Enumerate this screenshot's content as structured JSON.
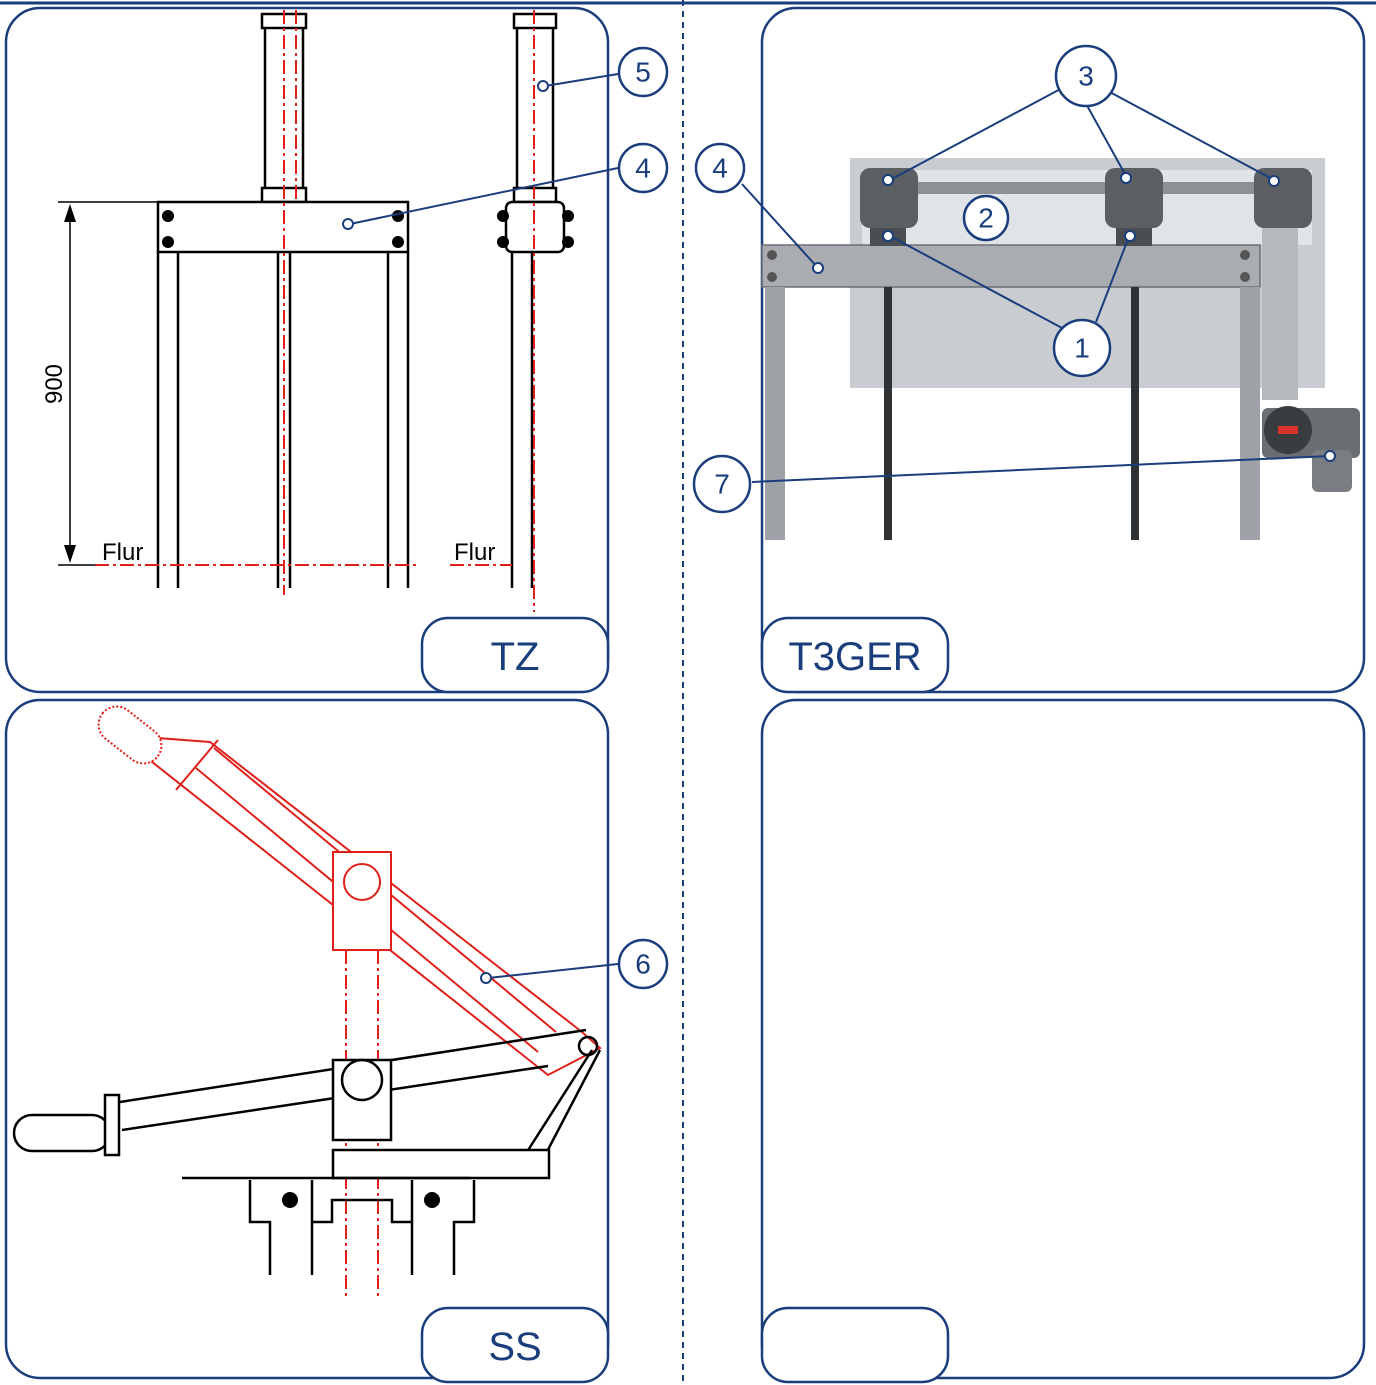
{
  "panels": {
    "top_left": {
      "tag": "TZ",
      "dimension": "900",
      "floor_left": "Flur",
      "floor_right": "Flur"
    },
    "top_right": {
      "tag": "T3GER"
    },
    "bottom_left": {
      "tag": "SS"
    },
    "bottom_right": {
      "tag": ""
    }
  },
  "callouts": {
    "c1": "1",
    "c2": "2",
    "c3": "3",
    "c4a": "4",
    "c4b": "4",
    "c5": "5",
    "c6": "6",
    "c7": "7"
  },
  "colors": {
    "frame": "#1a3d7c",
    "centerline": "#e0201b",
    "drawing": "#000000",
    "photo_gray": "#a9adb1"
  }
}
